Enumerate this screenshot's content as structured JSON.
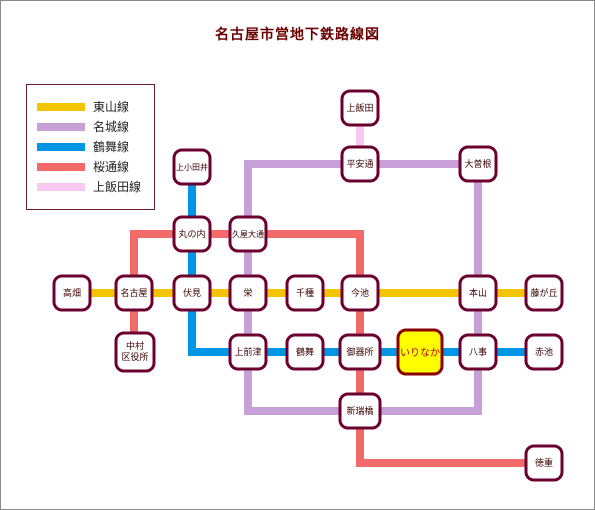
{
  "title": "名古屋市営地下鉄路線図",
  "legend": [
    {
      "label": "東山線",
      "color": "#f5c400"
    },
    {
      "label": "名城線",
      "color": "#c8a0d8"
    },
    {
      "label": "鶴舞線",
      "color": "#0096e6"
    },
    {
      "label": "桜通線",
      "color": "#f36a6a"
    },
    {
      "label": "上飯田線",
      "color": "#f8c8f0"
    }
  ],
  "stations": {
    "kamiiida": "上飯田",
    "heian_dori": "平安通",
    "ozone": "大曽根",
    "kamiotai": "上小田井",
    "marunouchi": "丸の内",
    "hisaya_odori": "久屋大通",
    "takabata": "高畑",
    "nagoya": "名古屋",
    "fushimi": "伏見",
    "sakae": "栄",
    "chikusa": "千種",
    "imaike": "今池",
    "motoyama": "本山",
    "fujigaoka": "藤が丘",
    "nakamura_kuyakusho": "中村区役所",
    "kamimaezu": "上前津",
    "tsurumai": "鶴舞",
    "gokiso": "御器所",
    "irinaka": "いりなか",
    "yagoto": "八事",
    "akaike": "赤池",
    "aratama_bashi": "新瑞橋",
    "tokushige": "徳重"
  }
}
